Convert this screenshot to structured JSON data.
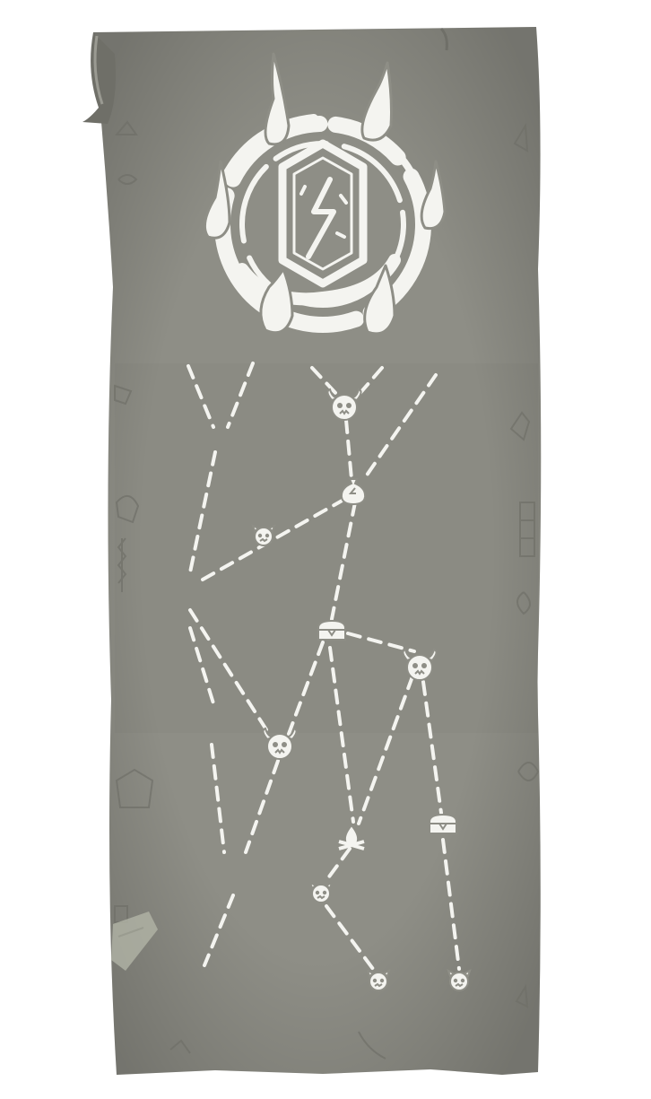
{
  "colors": {
    "parchment": "#8e8e86",
    "parchment_dark": "#7c7c74",
    "parchment_light": "#a3a39b",
    "ink": "#f4f4f0",
    "edge_doodle": "#6f6f68"
  },
  "map": {
    "boss_emblem_icon": "boss-flame-ring-emblem",
    "node_types": [
      "elite-monster",
      "monster",
      "merchant-loot-bag",
      "treasure-chest",
      "campfire-rest"
    ]
  }
}
